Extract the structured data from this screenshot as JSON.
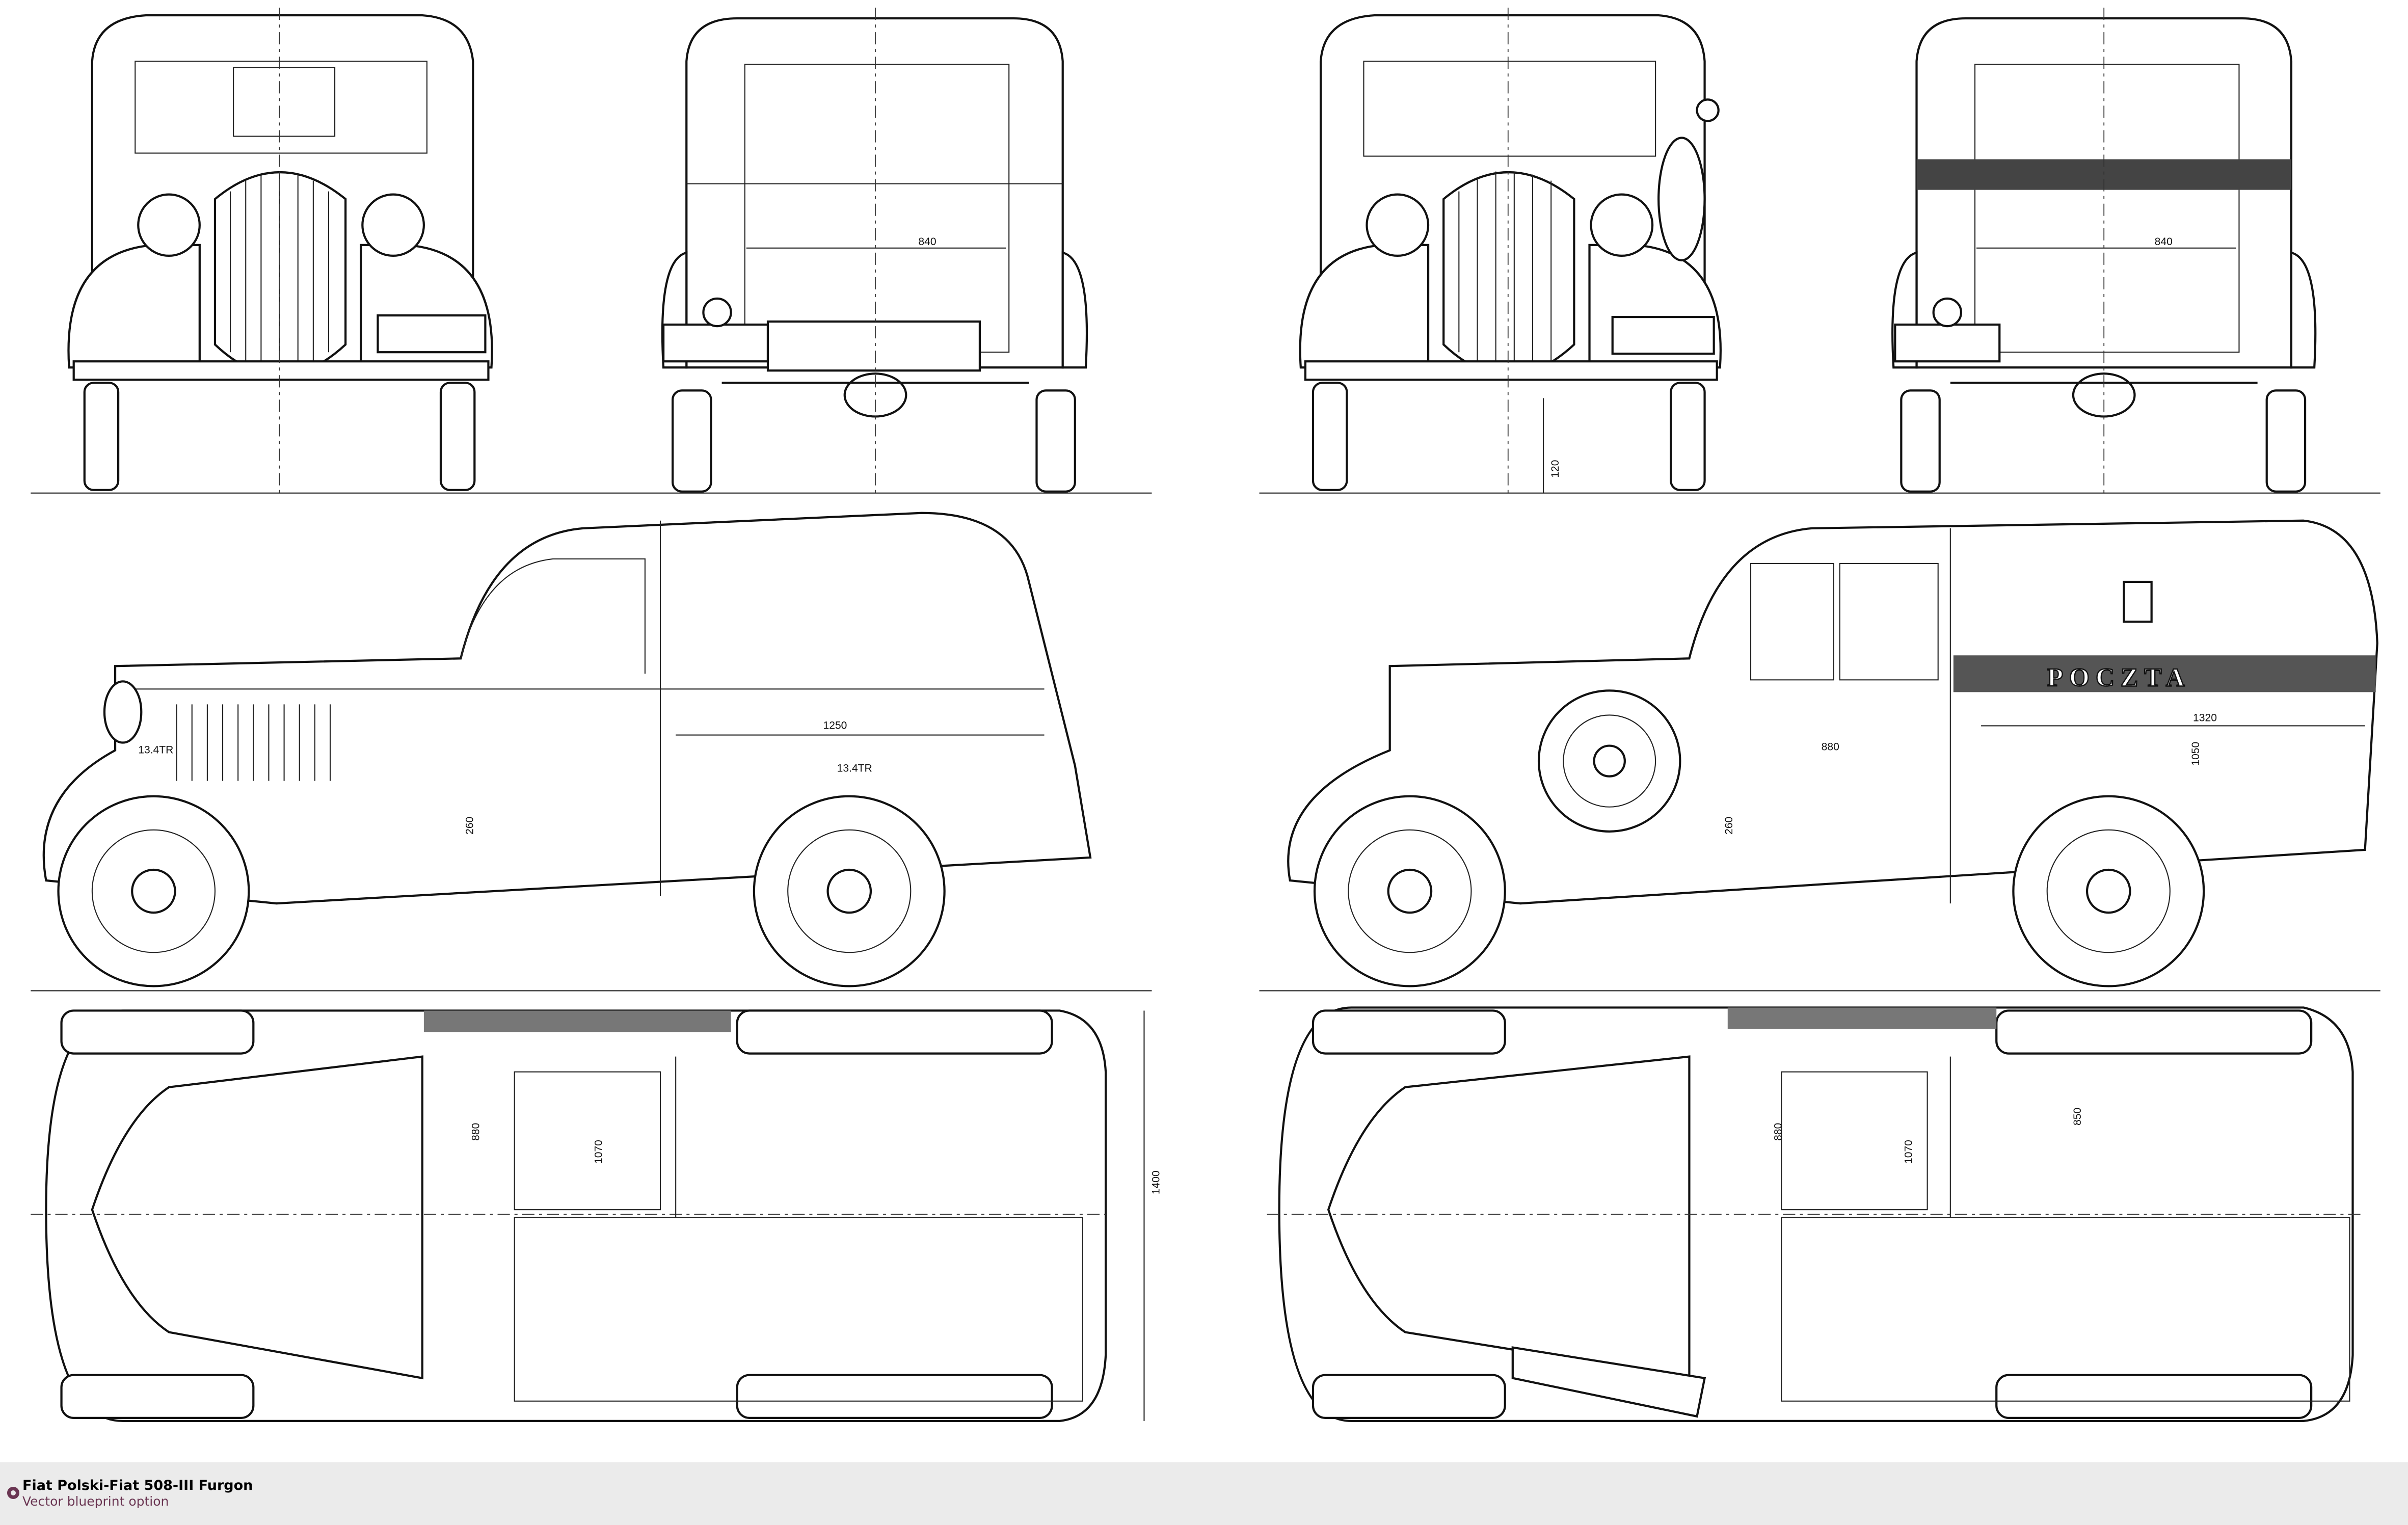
{
  "caption": {
    "title": "Fiat Polski-Fiat 508-III Furgon",
    "subtitle": "Vector blueprint option",
    "accent_color": "#6a3552"
  },
  "views": {
    "rear_left_width": "840",
    "rear_right_width": "840",
    "ground_clearance": "120",
    "side_left_cargo_length": "1250",
    "side_left_height": "260",
    "side_right_cargo_length": "1320",
    "side_right_height": "260",
    "side_right_mid": "880",
    "side_right_vertical": "1050",
    "side_tyre_left": "13.4TR",
    "side_tyre_right": "13.4TR",
    "top_left_dim_a": "880",
    "top_left_dim_b": "1070",
    "top_left_width": "1400",
    "top_right_dim_a": "880",
    "top_right_dim_b": "1070",
    "top_right_dim_c": "850",
    "lettering": "POCZTA"
  }
}
